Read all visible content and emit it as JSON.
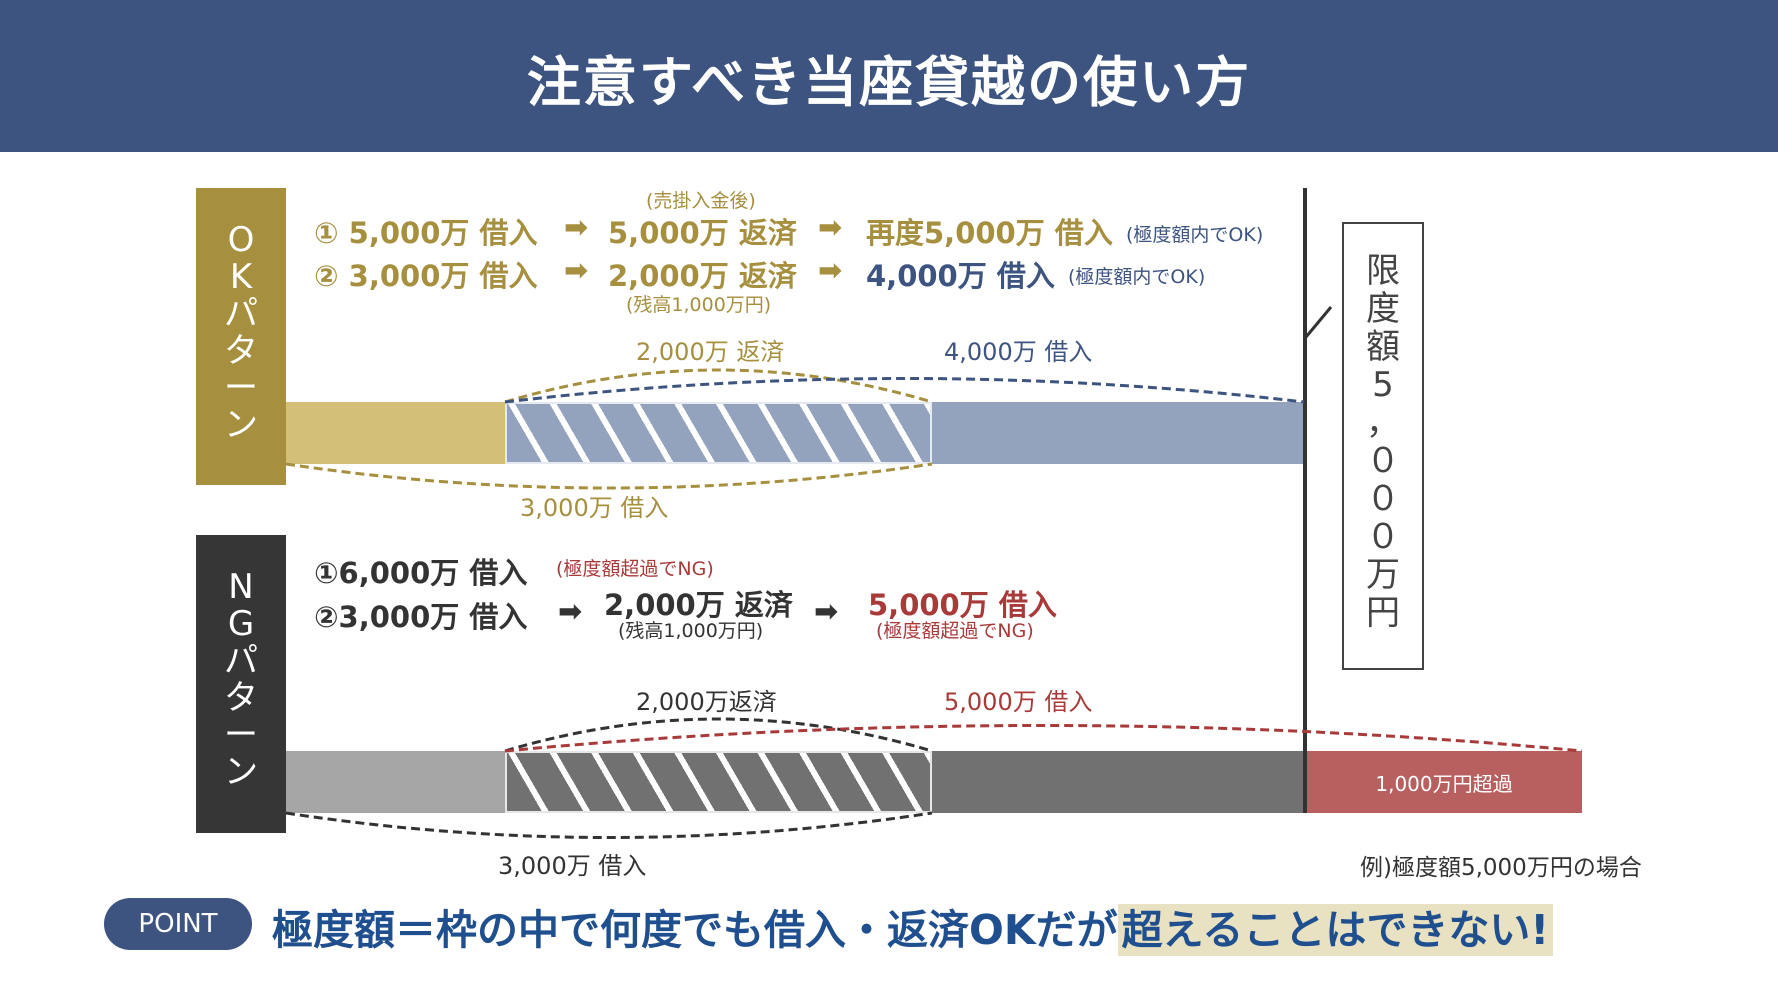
{
  "header": {
    "title": "注意すべき当座貸越の使い方"
  },
  "ok": {
    "label_chars": [
      "O",
      "K",
      "パ",
      "タ",
      "ー",
      "ン"
    ],
    "line1": {
      "prefix": "① 5,000万 借入",
      "mid": "5,000万 返済",
      "mid_note": "(売掛入金後)",
      "end": "再度5,000万 借入",
      "end_note": "(極度額内でOK)"
    },
    "line2": {
      "prefix": "② 3,000万 借入",
      "mid": "2,000万 返済",
      "mid_note": "(残高1,000万円)",
      "end": "4,000万 借入",
      "end_note": "(極度額内でOK)"
    },
    "diagram": {
      "repay_label": "2,000万 返済",
      "borrow_label": "4,000万 借入",
      "initial_label": "3,000万 借入"
    },
    "colors": {
      "accent": "#a68f3e",
      "bar_initial": "#d4bf78",
      "bar_main": "#93a2bd",
      "navy": "#3d5480"
    }
  },
  "ng": {
    "label_chars": [
      "N",
      "G",
      "パ",
      "タ",
      "ー",
      "ン"
    ],
    "line1": {
      "prefix": "①6,000万 借入",
      "note": "(極度額超過でNG)"
    },
    "line2": {
      "prefix": "②3,000万 借入",
      "mid": "2,000万 返済",
      "mid_note": "(残高1,000万円)",
      "end": "5,000万 借入",
      "end_note": "(極度額超過でNG)"
    },
    "diagram": {
      "repay_label": "2,000万返済",
      "borrow_label": "5,000万 借入",
      "initial_label": "3,000万 借入",
      "over_label": "1,000万円超過"
    },
    "colors": {
      "label_bg": "#363636",
      "bar_initial": "#a6a6a6",
      "bar_main": "#717171",
      "over": "#b86060",
      "red": "#a83a3a"
    }
  },
  "arrow_glyph": "➡",
  "limit": {
    "chars": [
      "限",
      "度",
      "額",
      "5",
      "，",
      "０",
      "０",
      "０",
      "万",
      "円"
    ]
  },
  "example_note": "例)極度額5,000万円の場合",
  "point": {
    "badge": "POINT",
    "text_main": "極度額＝枠の中で何度でも借入・返済OKだが",
    "text_highlight": "超えることはできない!"
  }
}
